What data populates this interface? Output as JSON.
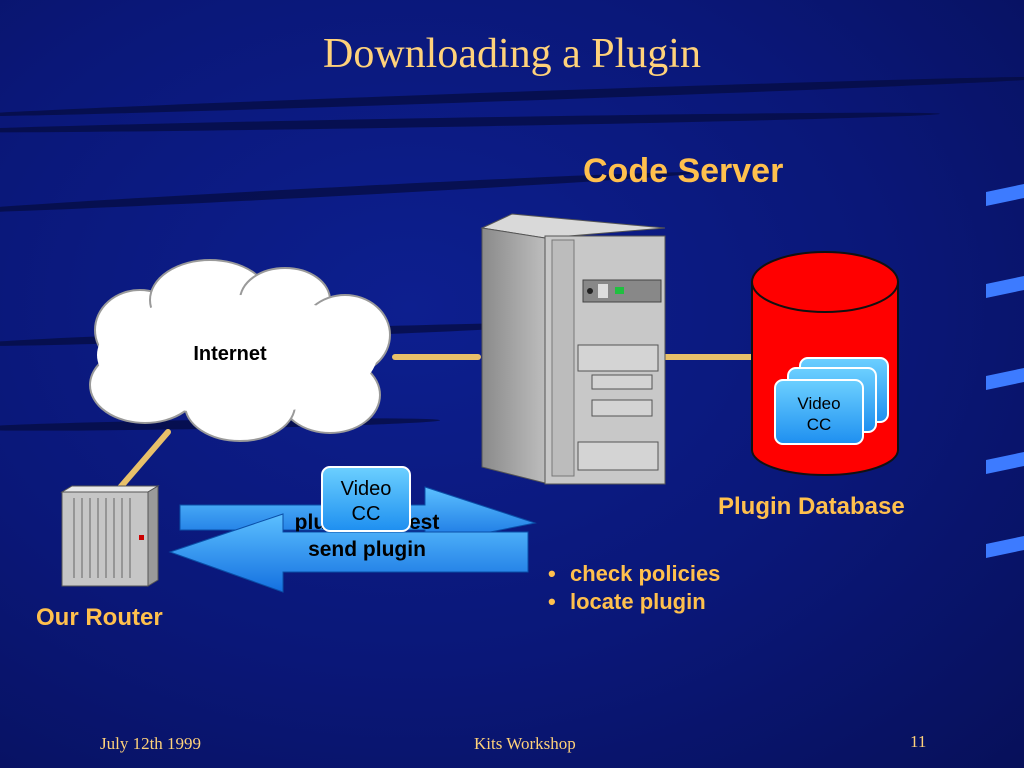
{
  "slide": {
    "title": "Downloading a Plugin"
  },
  "labels": {
    "code_server": "Code Server",
    "internet": "Internet",
    "plugin_database": "Plugin Database",
    "our_router": "Our Router"
  },
  "cards": {
    "db_line1": "Video",
    "db_line2": "CC",
    "arrow_line1": "Video",
    "arrow_line2": "CC"
  },
  "arrows": {
    "request_label": "plugin request",
    "send_label": "send plugin"
  },
  "bullets": [
    "check policies",
    "locate plugin"
  ],
  "footer": {
    "date": "July 12th 1999",
    "event": "Kits Workshop",
    "page": "11"
  },
  "colors": {
    "background": "#0a1778",
    "title": "#ffd27a",
    "label": "#ffc04d",
    "arrow": "#1e90ff",
    "card": "#2aa6ff",
    "database": "#ff0000"
  }
}
